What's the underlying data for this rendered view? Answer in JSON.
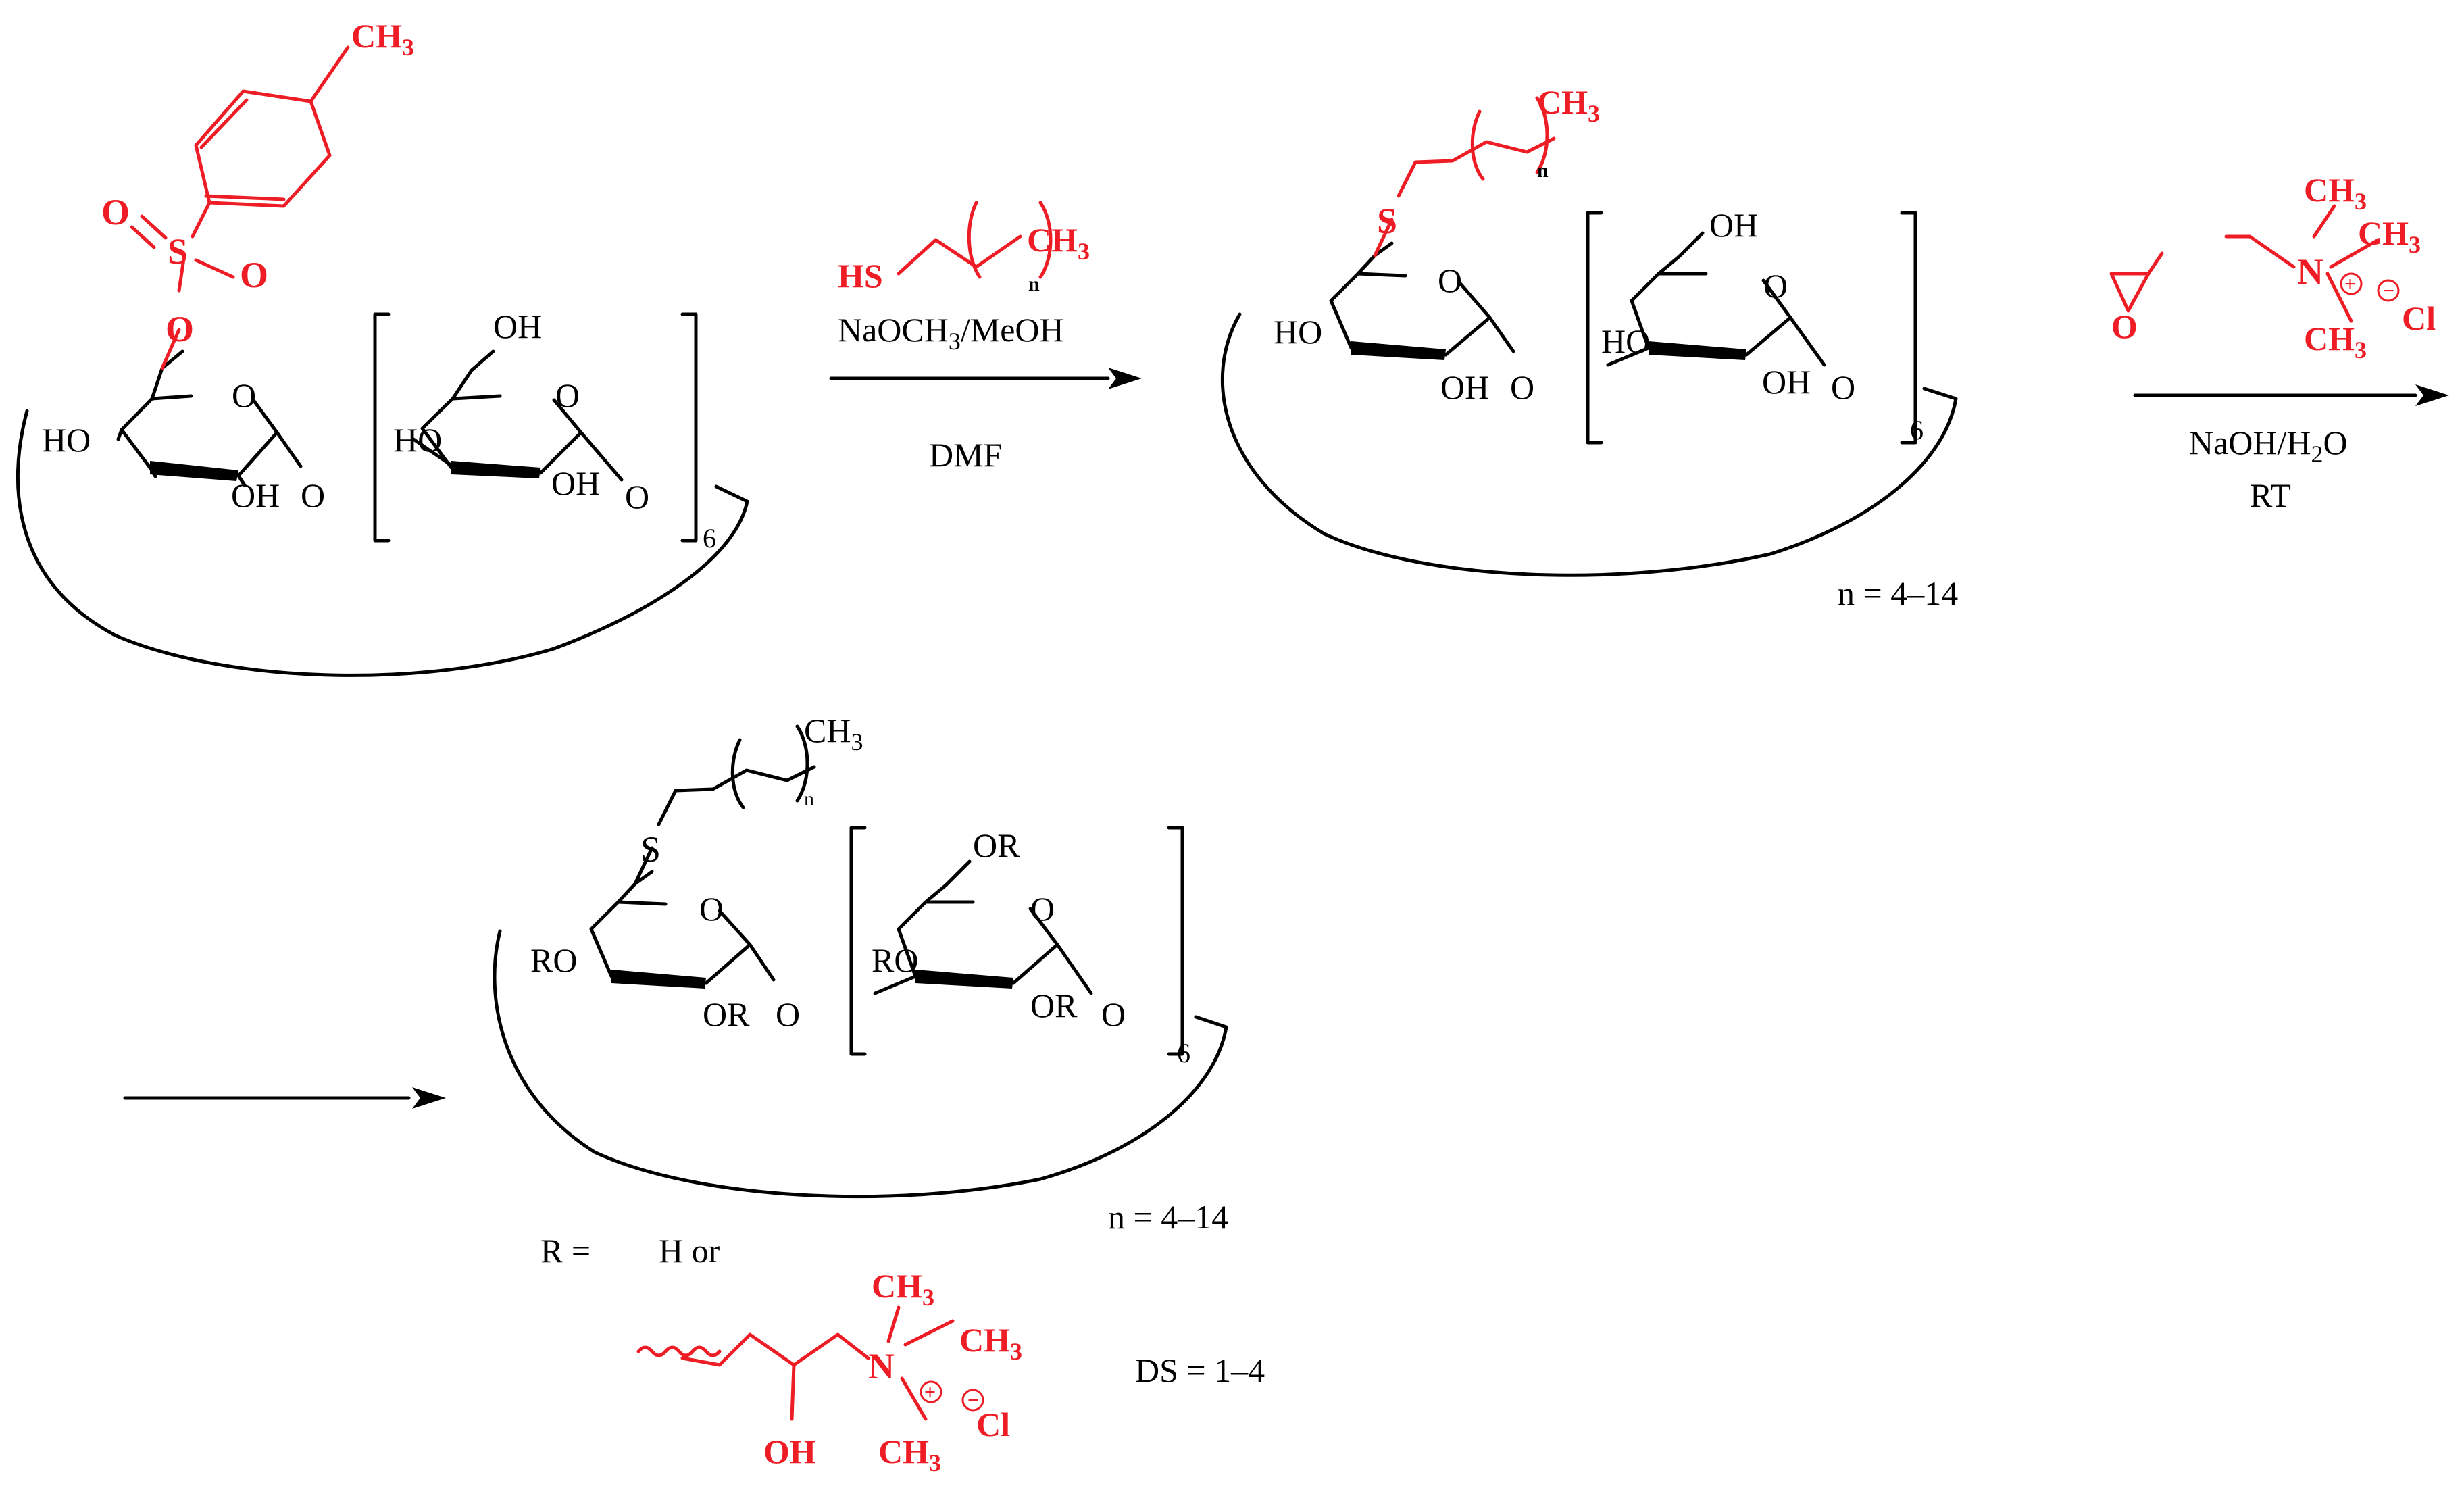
{
  "colors": {
    "ink": "#000000",
    "reagent": "#ee1c25",
    "background": "#ffffff"
  },
  "atoms": {
    "ch3": "CH",
    "sub3": "3",
    "ho": "HO",
    "oh": "OH",
    "o": "O",
    "s": "S",
    "ro": "RO",
    "or": "OR",
    "n": "N",
    "hs": "HS",
    "cl": "Cl",
    "plus": "+",
    "minus": "−"
  },
  "subscripts": {
    "repeat": "6",
    "chain": "n"
  },
  "step1": {
    "line1_pre": "NaOCH",
    "line1_sub": "3",
    "line1_post": "/MeOH",
    "line2": "DMF"
  },
  "step2": {
    "line1_pre": "NaOH/H",
    "line1_sub": "2",
    "line1_post": "O",
    "line2": "RT"
  },
  "range_label": "n = 4–14",
  "r_definition": {
    "lhs": "R =",
    "rhs": "H or"
  },
  "ds_label": "DS = 1–4"
}
